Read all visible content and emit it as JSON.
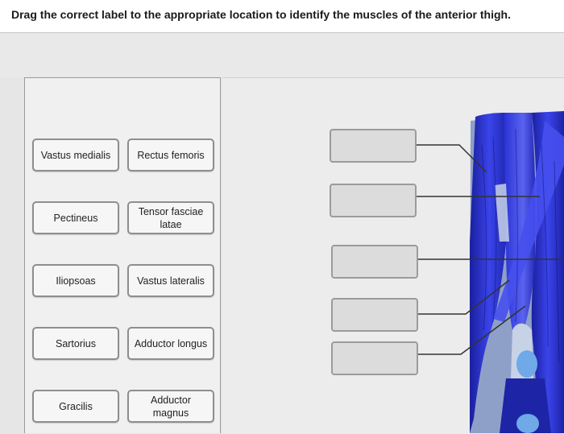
{
  "question": {
    "text": "Drag the correct label to the appropriate location to identify the muscles of the anterior thigh."
  },
  "labels": [
    "Vastus medialis",
    "Rectus femoris",
    "Pectineus",
    "Tensor fasciae latae",
    "Iliopsoas",
    "Vastus lateralis",
    "Sartorius",
    "Adductor longus",
    "Gracilis",
    "Adductor magnus"
  ],
  "drop_zone_count": 5,
  "colors": {
    "muscle": "#2b34d6",
    "muscle_dark": "#1a1f9e",
    "muscle_light": "#5a63ef",
    "tendon": "#c8d2e6",
    "patella": "#6fa9e8",
    "leader_line": "#333333"
  }
}
